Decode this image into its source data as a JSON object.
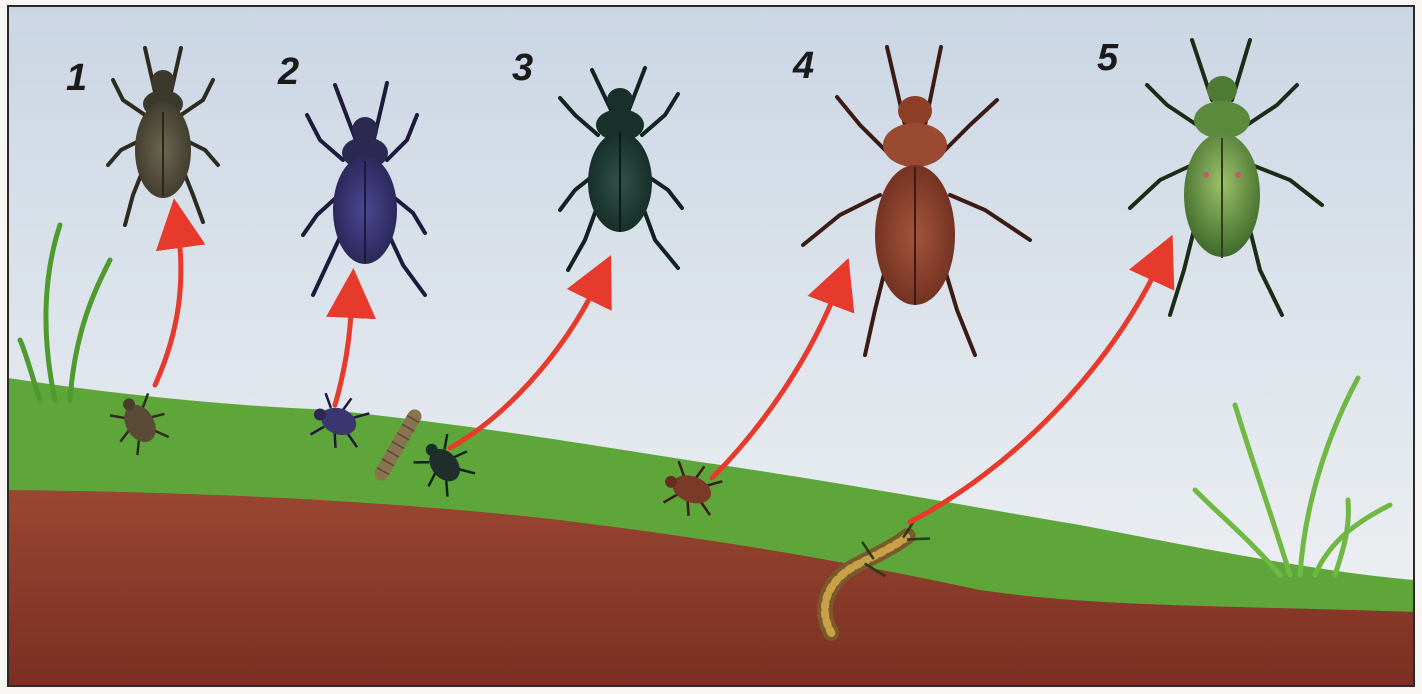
{
  "numbers": [
    "1",
    "2",
    "3",
    "4",
    "5"
  ],
  "colors": {
    "sky_top": "#cfd9e6",
    "sky_bottom": "#eef2f5",
    "grass": "#5fa63a",
    "soil": "#8a3a2a",
    "arrow": "#e53a2c",
    "beetle1": "#4a4636",
    "beetle2": "#34306a",
    "beetle3": "#1f3a34",
    "beetle4": "#8a3f2c",
    "beetle5": "#5f8a3a"
  },
  "beetles": [
    {
      "id": 1,
      "icon": "brown-ground-beetle-icon",
      "color": "beetle1"
    },
    {
      "id": 2,
      "icon": "violet-ground-beetle-icon",
      "color": "beetle2"
    },
    {
      "id": 3,
      "icon": "dark-green-ground-beetle-icon",
      "color": "beetle3"
    },
    {
      "id": 4,
      "icon": "reddish-ground-beetle-icon",
      "color": "beetle4"
    },
    {
      "id": 5,
      "icon": "green-ground-beetle-icon",
      "color": "beetle5"
    }
  ]
}
